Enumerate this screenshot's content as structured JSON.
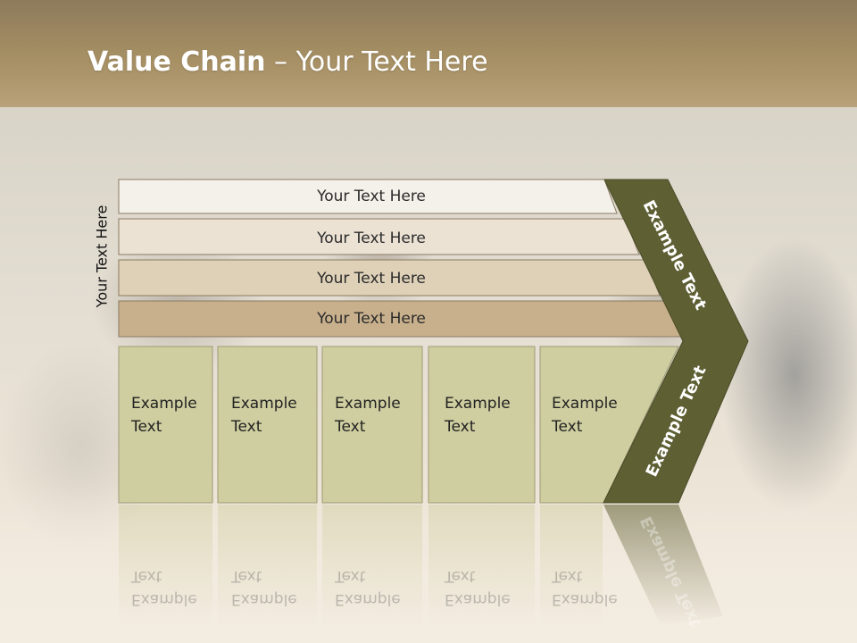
{
  "title": {
    "bold": "Value Chain",
    "rest": " – Your Text Here"
  },
  "side_label": "Your Text Here",
  "rows": [
    {
      "label": "Your Text Here",
      "color": "#f4f0ea"
    },
    {
      "label": "Your Text Here",
      "color": "#ebe2d4"
    },
    {
      "label": "Your Text Here",
      "color": "#dfd1b8"
    },
    {
      "label": "Your Text Here",
      "color": "#c8b08c"
    }
  ],
  "boxes": [
    {
      "line1": "Example",
      "line2": "Text"
    },
    {
      "line1": "Example",
      "line2": "Text"
    },
    {
      "line1": "Example",
      "line2": "Text"
    },
    {
      "line1": "Example",
      "line2": "Text"
    },
    {
      "line1": "Example",
      "line2": "Text"
    }
  ],
  "chevron_upper_label": "Example Text",
  "chevron_lower_label": "Example Text",
  "colors": {
    "box_fill": "#cfcea0",
    "chevron": "#5e5f33",
    "row_border": "#8a7a62"
  }
}
